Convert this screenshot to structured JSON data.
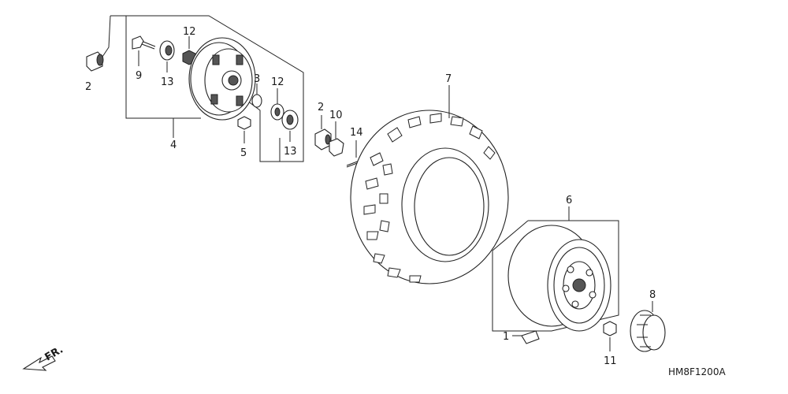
{
  "diagram_code": "HM8F1200A",
  "direction_label": "FR.",
  "callouts": {
    "c1": "1",
    "c2a": "2",
    "c2b": "2",
    "c3": "3",
    "c4": "4",
    "c5": "5",
    "c6": "6",
    "c7": "7",
    "c8": "8",
    "c9": "9",
    "c10": "10",
    "c11": "11",
    "c12a": "12",
    "c12b": "12",
    "c13a": "13",
    "c13b": "13",
    "c14": "14"
  }
}
